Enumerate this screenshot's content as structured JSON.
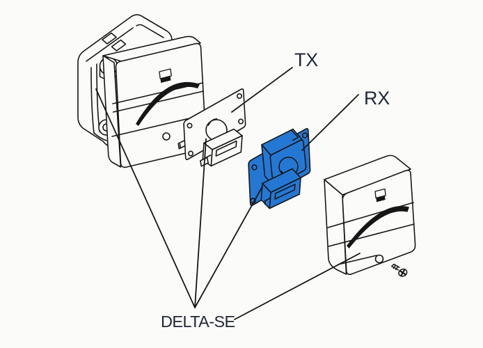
{
  "figure": {
    "type": "exploded-view-diagram",
    "labels": {
      "tx": "TX",
      "rx": "RX",
      "product": "DELTA-SE"
    },
    "colors": {
      "background": "#fbfbf9",
      "line": "#161616",
      "rx_fill": "#2478d4",
      "label_text": "#1f2638"
    },
    "components": {
      "back_box": "back-box",
      "front_cover_left": "front-cover",
      "tx_board": "tx-board",
      "rx_board": "rx-board",
      "front_cover_right": "front-cover",
      "screw": "fixing-screw"
    }
  }
}
